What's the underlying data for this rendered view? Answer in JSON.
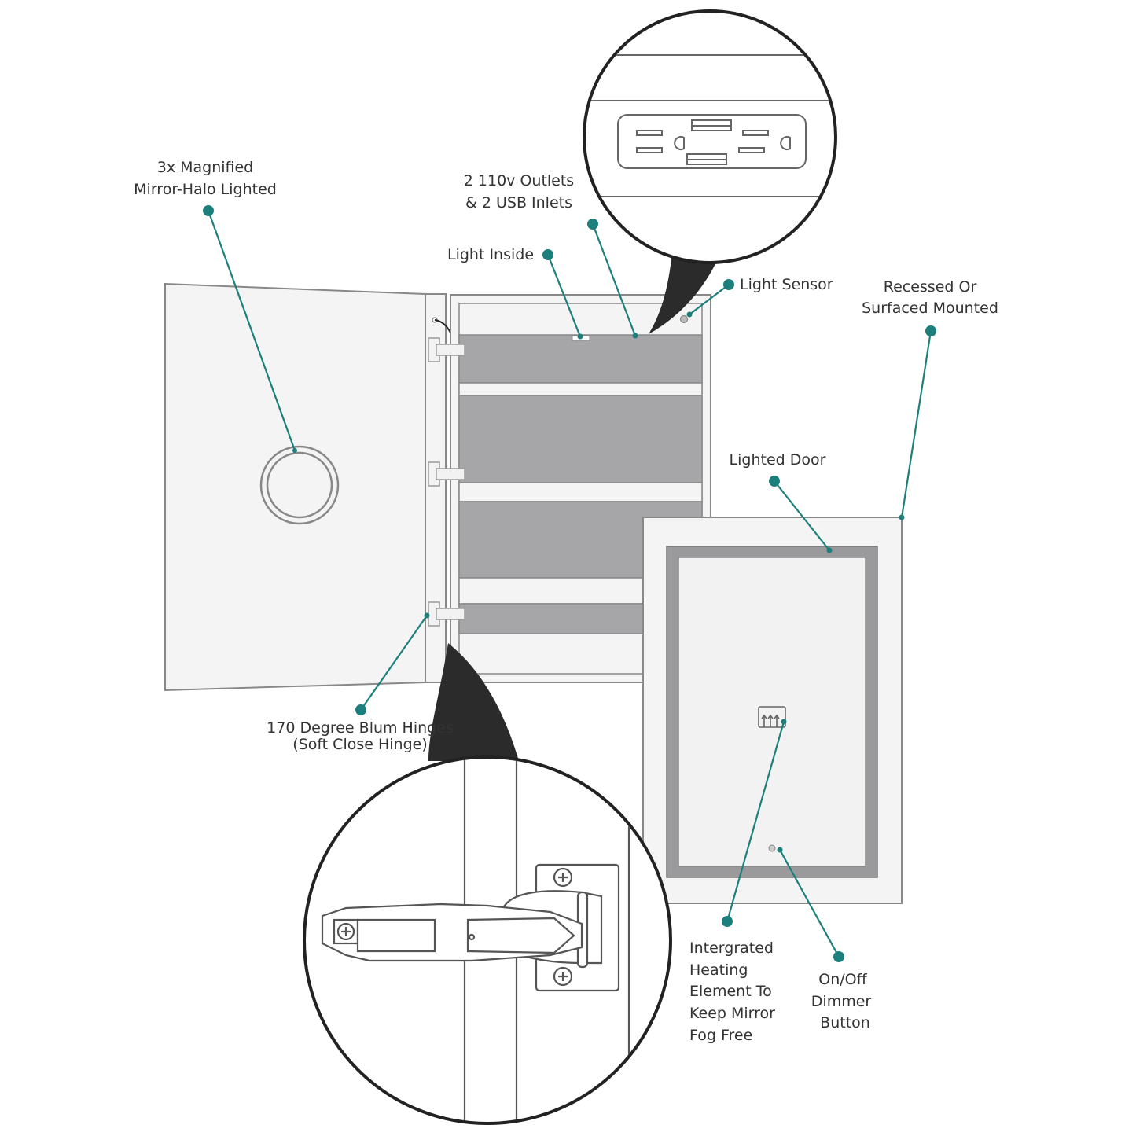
{
  "labels": {
    "magnified": [
      "3x Magnified",
      "Mirror-Halo Lighted"
    ],
    "outlets": [
      "2 110v Outlets",
      "& 2 USB Inlets"
    ],
    "light_inside": "Light Inside",
    "light_sensor": "Light Sensor",
    "mounted": [
      "Recessed Or",
      "Surfaced Mounted"
    ],
    "lighted_door": "Lighted Door",
    "hinges": [
      "170 Degree Blum Hinges",
      "(Soft Close Hinge)"
    ],
    "heating": [
      "Intergrated",
      "Heating",
      "Element To",
      "Keep Mirror",
      "Fog Free"
    ],
    "dimmer": [
      "On/Off",
      "Dimmer",
      "Button"
    ]
  },
  "colors": {
    "accent": "#1d7f7b",
    "shelf": "#a6a6a8",
    "callout": "#2b2b2b"
  }
}
